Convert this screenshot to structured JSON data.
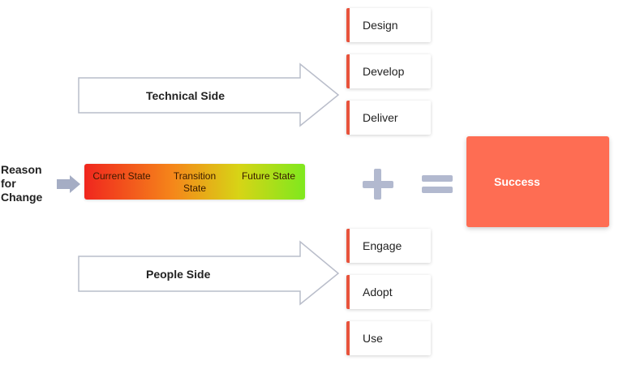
{
  "arrows": {
    "technical_label": "Technical Side",
    "people_label": "People Side"
  },
  "technical_steps": [
    "Design",
    "Develop",
    "Deliver"
  ],
  "people_steps": [
    "Engage",
    "Adopt",
    "Use"
  ],
  "reason": {
    "line1": "Reason",
    "line2": "for",
    "line3": "Change"
  },
  "states": {
    "current": "Current State",
    "transition": "Transition State",
    "future": "Future State"
  },
  "result": "Success",
  "colors": {
    "card_accent": "#e8533c",
    "success": "#fe6d53",
    "operator": "#b2b9cf"
  }
}
